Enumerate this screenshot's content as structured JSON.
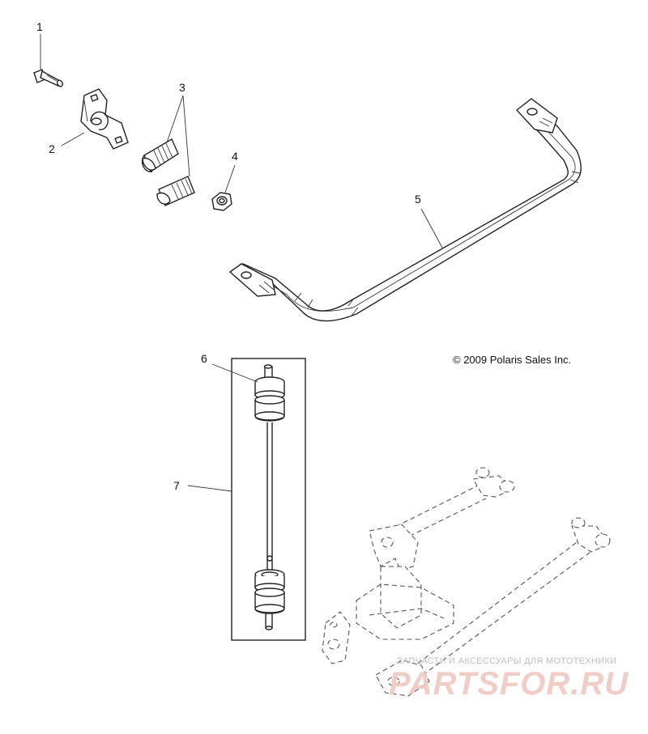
{
  "diagram": {
    "callouts": [
      {
        "id": "1",
        "label": "1"
      },
      {
        "id": "2",
        "label": "2"
      },
      {
        "id": "3",
        "label": "3"
      },
      {
        "id": "4",
        "label": "4"
      },
      {
        "id": "5",
        "label": "5"
      },
      {
        "id": "6",
        "label": "6"
      },
      {
        "id": "7",
        "label": "7"
      }
    ],
    "copyright": "© 2009 Polaris Sales Inc."
  },
  "watermark": {
    "tagline": "ЗАПЧАСТИ И АКСЕССУАРЫ ДЛЯ МОТОТЕХНИКИ",
    "logo": "PARTSFOR.RU"
  }
}
